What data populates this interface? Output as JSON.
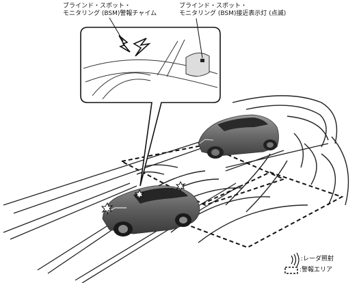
{
  "callouts": {
    "chime": {
      "line1": "ブラインド・スポット・",
      "line2": "モニタリング (BSM)警報チャイム"
    },
    "indicator": {
      "line1": "ブラインド・スポット・",
      "line2": "モニタリング (BSM)接近表示灯 (点滅)"
    }
  },
  "legend": {
    "radar_label": "レーダ照射",
    "alert_area_label": "警報エリア"
  }
}
